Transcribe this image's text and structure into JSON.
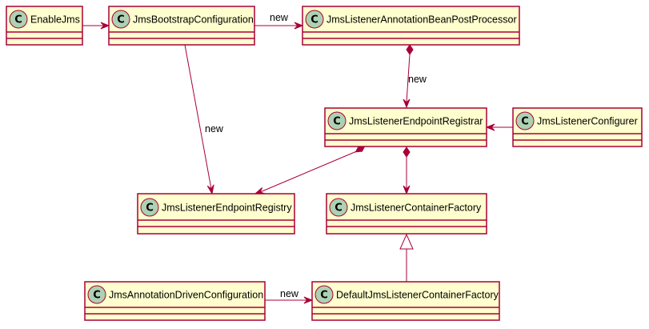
{
  "classes": {
    "enable_jms": "EnableJms",
    "jms_bootstrap_configuration": "JmsBootstrapConfiguration",
    "jms_listener_annotation_bean_post_processor": "JmsListenerAnnotationBeanPostProcessor",
    "jms_listener_endpoint_registrar": "JmsListenerEndpointRegistrar",
    "jms_listener_configurer": "JmsListenerConfigurer",
    "jms_listener_endpoint_registry": "JmsListenerEndpointRegistry",
    "jms_listener_container_factory": "JmsListenerContainerFactory",
    "jms_annotation_driven_configuration": "JmsAnnotationDrivenConfiguration",
    "default_jms_listener_container_factory": "DefaultJmsListenerContainerFactory"
  },
  "class_marker": "C",
  "edge_labels": {
    "bootstrap_to_postprocessor": "new",
    "postprocessor_to_registrar": "new",
    "bootstrap_to_registry": "new",
    "annotation_driven_to_default_factory": "new"
  },
  "colors": {
    "class_fill": "#FEFECE",
    "border": "#A80036",
    "marker_circle": "#ADD1B2"
  }
}
